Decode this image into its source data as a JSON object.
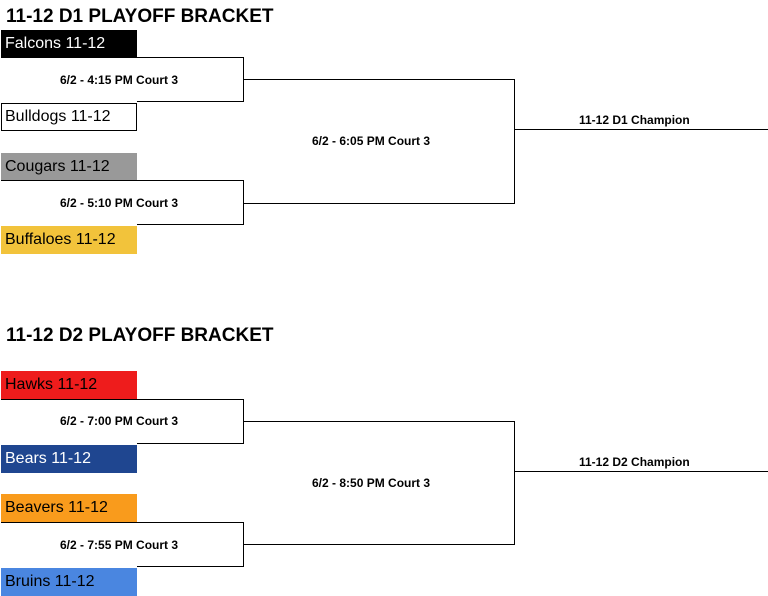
{
  "brackets": [
    {
      "title": "11-12 D1 PLAYOFF BRACKET",
      "teams": [
        {
          "name": "Falcons 11-12",
          "bg": "#000000",
          "fg": "#ffffff"
        },
        {
          "name": "Bulldogs 11-12",
          "bg": "#ffffff",
          "fg": "#000000"
        },
        {
          "name": "Cougars 11-12",
          "bg": "#999999",
          "fg": "#000000"
        },
        {
          "name": "Buffaloes 11-12",
          "bg": "#f2c33b",
          "fg": "#000000"
        }
      ],
      "games": [
        "6/2 - 4:15 PM Court 3",
        "6/2 - 5:10 PM Court 3"
      ],
      "final_game": "6/2 - 6:05 PM Court 3",
      "champion_label": "11-12 D1 Champion"
    },
    {
      "title": "11-12 D2 PLAYOFF BRACKET",
      "teams": [
        {
          "name": "Hawks 11-12",
          "bg": "#ee1c1c",
          "fg": "#000000"
        },
        {
          "name": "Bears 11-12",
          "bg": "#1f4690",
          "fg": "#ffffff"
        },
        {
          "name": "Beavers 11-12",
          "bg": "#f99b1c",
          "fg": "#000000"
        },
        {
          "name": "Bruins 11-12",
          "bg": "#4a86e0",
          "fg": "#000000"
        }
      ],
      "games": [
        "6/2 - 7:00 PM Court 3",
        "6/2 - 7:55 PM Court 3"
      ],
      "final_game": "6/2 - 8:50 PM Court 3",
      "champion_label": "11-12 D2 Champion"
    }
  ]
}
